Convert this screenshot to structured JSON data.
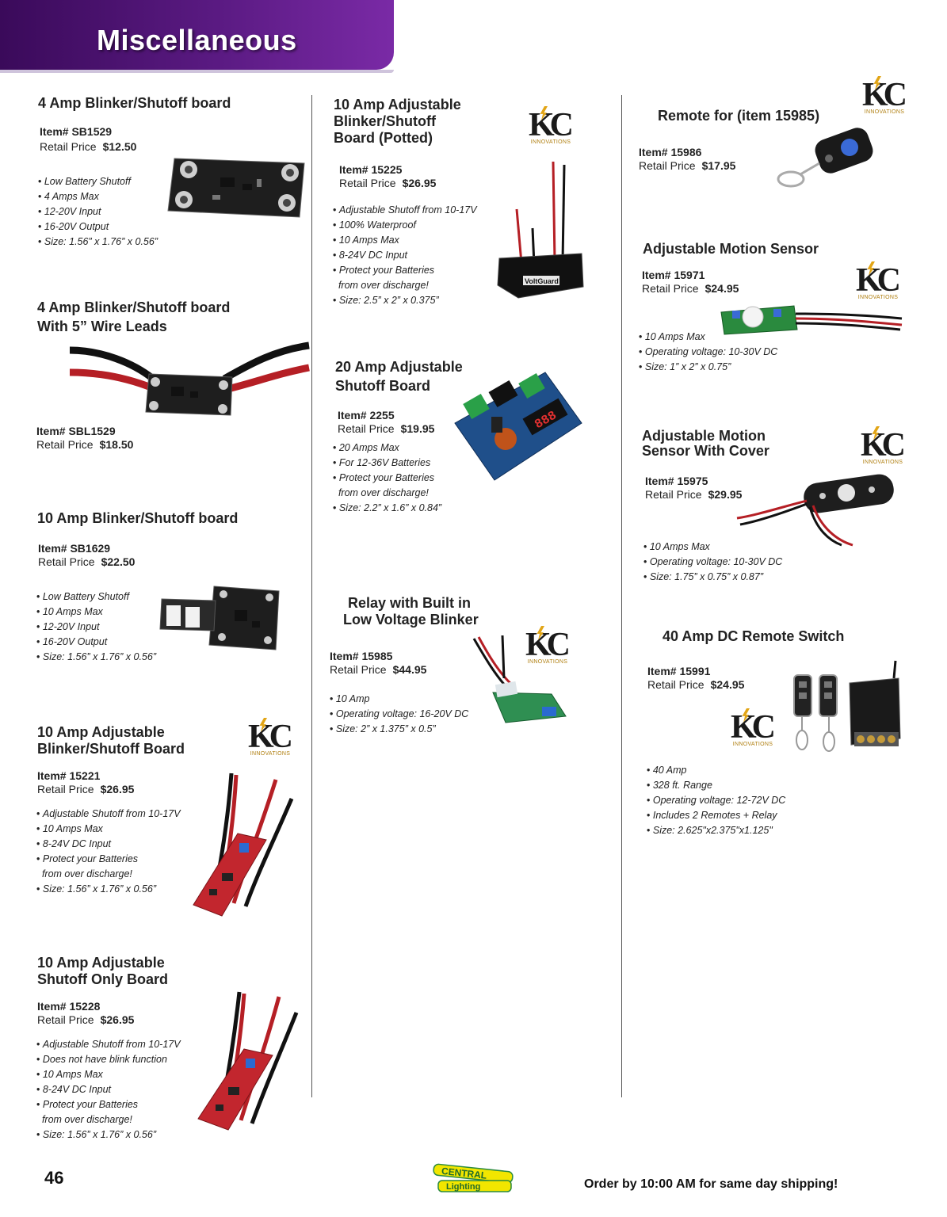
{
  "header": {
    "title": "Miscellaneous"
  },
  "brand": {
    "kc_mark": "KC",
    "kc_sub": "INNOVATIONS",
    "footer_logo_line1": "CENTRAL",
    "footer_logo_line2": "Lighting"
  },
  "colors": {
    "header_purple": "#5a1a82",
    "logo_gold": "#e2a516",
    "pcb_black": "#222222",
    "pcb_red": "#c2262e"
  },
  "products": [
    {
      "title": "4 Amp Blinker/Shutoff board",
      "item": "Item# SB1529",
      "price_label": "Retail Price",
      "price": "$12.50",
      "bullets": [
        "Low Battery Shutoff",
        "4 Amps Max",
        "12-20V Input",
        "16-20V Output",
        "Size: 1.56” x 1.76” x 0.56”"
      ]
    },
    {
      "title": "4 Amp Blinker/Shutoff board",
      "title2": "With 5” Wire Leads",
      "item": "Item# SBL1529",
      "price_label": "Retail Price",
      "price": "$18.50"
    },
    {
      "title": "10 Amp Blinker/Shutoff board",
      "item": "Item# SB1629",
      "price_label": "Retail Price",
      "price": "$22.50",
      "bullets": [
        "Low Battery Shutoff",
        "10 Amps Max",
        "12-20V Input",
        "16-20V Output",
        "Size: 1.56” x 1.76” x 0.56”"
      ]
    },
    {
      "title": "10 Amp Adjustable",
      "title2": "Blinker/Shutoff Board",
      "item": "Item# 15221",
      "price_label": "Retail Price",
      "price": "$26.95",
      "bullets": [
        "Adjustable Shutoff from 10-17V",
        "10 Amps Max",
        "8-24V DC Input",
        "Protect your Batteries",
        "from over discharge!",
        "Size: 1.56” x 1.76” x 0.56”"
      ]
    },
    {
      "title": "10 Amp Adjustable",
      "title2": "Shutoff Only Board",
      "item": "Item# 15228",
      "price_label": "Retail Price",
      "price": "$26.95",
      "bullets": [
        "Adjustable Shutoff from 10-17V",
        "Does not have blink function",
        "10 Amps Max",
        "8-24V DC Input",
        "Protect your Batteries",
        "from over discharge!",
        "Size: 1.56” x 1.76” x 0.56”"
      ]
    },
    {
      "title": "10 Amp Adjustable",
      "title2": "Blinker/Shutoff",
      "title3": "Board (Potted)",
      "item": "Item# 15225",
      "price_label": "Retail Price",
      "price": "$26.95",
      "bullets": [
        "Adjustable Shutoff from 10-17V",
        "100% Waterproof",
        "10 Amps Max",
        "8-24V DC Input",
        "Protect your Batteries",
        "from over discharge!",
        "Size: 2.5” x 2” x 0.375”"
      ],
      "device_label": "VoltGuard"
    },
    {
      "title": "20 Amp Adjustable",
      "title2": "Shutoff Board",
      "item": "Item# 2255",
      "price_label": "Retail Price",
      "price": "$19.95",
      "bullets": [
        "20 Amps Max",
        "For 12-36V Batteries",
        "Protect your Batteries",
        "from over discharge!",
        "Size: 2.2” x 1.6” x 0.84”"
      ],
      "display_digits": "888"
    },
    {
      "title": "Relay with Built in",
      "title2": "Low Voltage Blinker",
      "item": "Item# 15985",
      "price_label": "Retail Price",
      "price": "$44.95",
      "bullets": [
        "10 Amp",
        "Operating voltage: 16-20V DC",
        "Size: 2” x 1.375” x 0.5”"
      ]
    },
    {
      "title": "Remote for (item 15985)",
      "item": "Item# 15986",
      "price_label": "Retail Price",
      "price": "$17.95"
    },
    {
      "title": "Adjustable Motion Sensor",
      "item": "Item# 15971",
      "price_label": "Retail Price",
      "price": "$24.95",
      "bullets": [
        "10 Amps Max",
        "Operating voltage: 10-30V DC",
        "Size: 1” x 2” x 0.75”"
      ]
    },
    {
      "title": "Adjustable Motion",
      "title2": "Sensor With Cover",
      "item": "Item# 15975",
      "price_label": "Retail Price",
      "price": "$29.95",
      "bullets": [
        "10 Amps Max",
        "Operating voltage: 10-30V DC",
        "Size: 1.75” x 0.75” x 0.87”"
      ]
    },
    {
      "title": "40 Amp DC Remote Switch",
      "item": "Item# 15991",
      "price_label": "Retail Price",
      "price": "$24.95",
      "bullets": [
        "40 Amp",
        "328 ft. Range",
        "Operating voltage: 12-72V DC",
        "Includes 2 Remotes + Relay",
        "Size: 2.625\"x2.375\"x1.125\""
      ]
    }
  ],
  "footer": {
    "page_number": "46",
    "shipping_note": "Order by 10:00 AM for same day shipping!"
  }
}
